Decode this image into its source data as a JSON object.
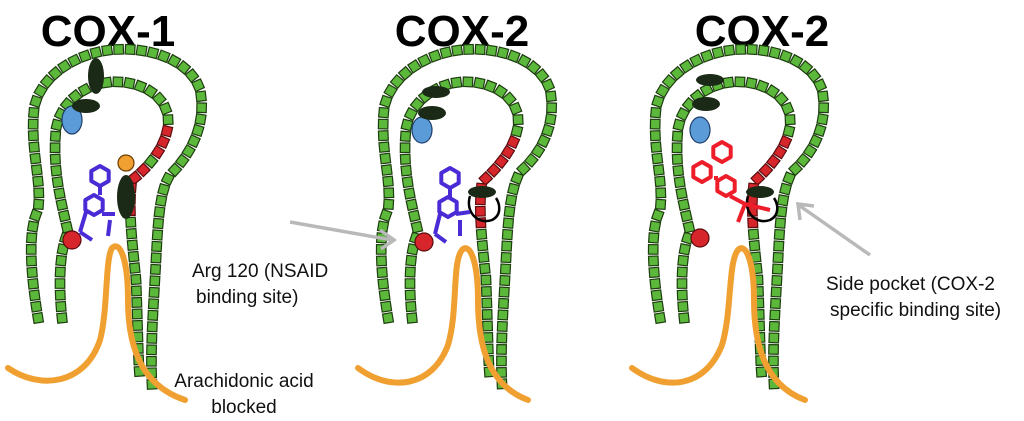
{
  "panels": [
    {
      "title": "COX-1"
    },
    {
      "title": "COX-2"
    },
    {
      "title": "COX-2"
    }
  ],
  "annotations": {
    "arg120_line1": "Arg 120 (NSAID",
    "arg120_line2": "binding site)",
    "arachidonic_line1": "Arachidonic acid",
    "arachidonic_line2": "blocked",
    "sidepocket_line1": "Side pocket (COX-2",
    "sidepocket_line2": "specific binding site)"
  },
  "colors": {
    "protein_segment": "#5bb83a",
    "arg120_residue": "#d7262b",
    "substrate": "#f0a030",
    "nsaid_inhibitor": "#4a2bd6",
    "cox2_selective_inhibitor": "#ee1d2a",
    "heme_site": "#5b9bd8",
    "residue_dark": "#1a2a16",
    "ile523": "#f0a030"
  }
}
